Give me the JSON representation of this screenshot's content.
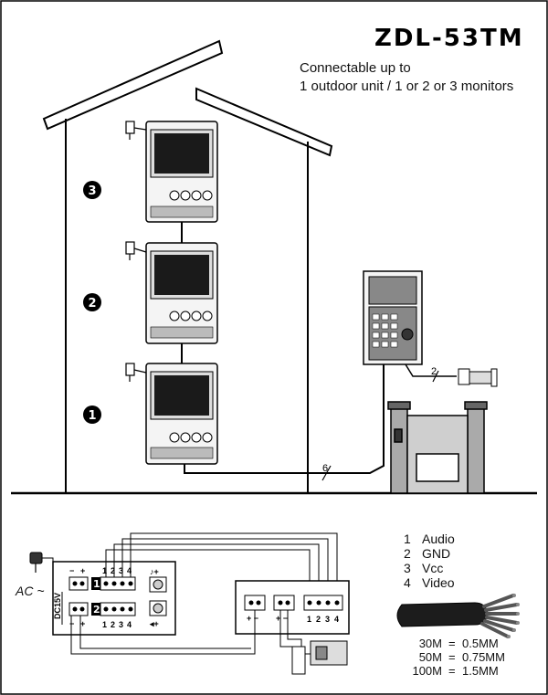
{
  "title": "ZDL-53TM",
  "subtitle_line1": "Connectable up to",
  "subtitle_line2": "1 outdoor unit / 1 or 2 or 3 monitors",
  "monitor_numbers": [
    "3",
    "2",
    "1"
  ],
  "cable_count_main": "6",
  "cable_count_lock": "2",
  "wiring": {
    "ac_label": "AC ~",
    "dc_label": "DC15V",
    "terminal_nums": [
      "1",
      "2",
      "3",
      "4"
    ],
    "block_1_label": "1",
    "block_2_label": "2",
    "minus": "−",
    "plus": "+",
    "pm_label": "+ −",
    "mp_label": "+ −"
  },
  "legend": [
    {
      "num": "1",
      "label": "Audio"
    },
    {
      "num": "2",
      "label": "GND"
    },
    {
      "num": "3",
      "label": "Vcc"
    },
    {
      "num": "4",
      "label": "Video"
    }
  ],
  "cable_specs": [
    {
      "length": "30M",
      "eq": "=",
      "size": "0.5MM"
    },
    {
      "length": "50M",
      "eq": "=",
      "size": "0.75MM"
    },
    {
      "length": "100M",
      "eq": "=",
      "size": "1.5MM"
    }
  ],
  "colors": {
    "line": "#000000",
    "monitor_body": "#f2f2f2",
    "screen": "#1a1a1a",
    "panel": "#8a8a8a"
  }
}
